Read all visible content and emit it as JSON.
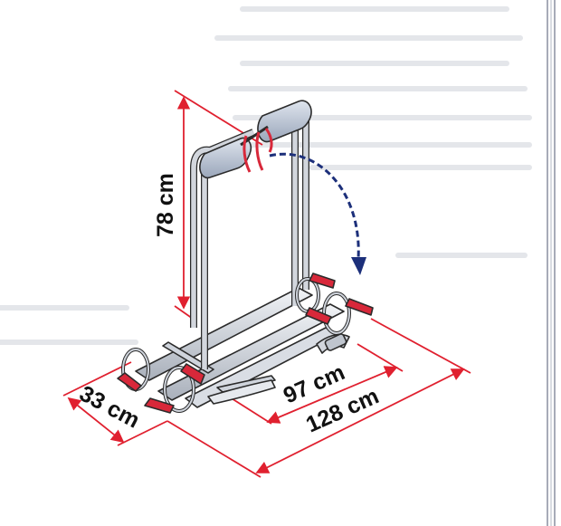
{
  "dimensions": {
    "height_label": "78 cm",
    "depth_label": "33 cm",
    "inner_width_label": "97 cm",
    "total_width_label": "128 cm"
  },
  "colors": {
    "dimension_line": "#e0202f",
    "fold_arrow": "#1c2f7a",
    "frame": "#c9ced6",
    "frame_outline": "#2b2b2b",
    "pad": "#b9c3d3",
    "clamp": "#d8283a",
    "background_ghost_text": "#e4e6ea",
    "border_rule": "#8a8fa0"
  },
  "icons": {
    "fold_arrow": "curved-dashed-arrow-icon"
  }
}
